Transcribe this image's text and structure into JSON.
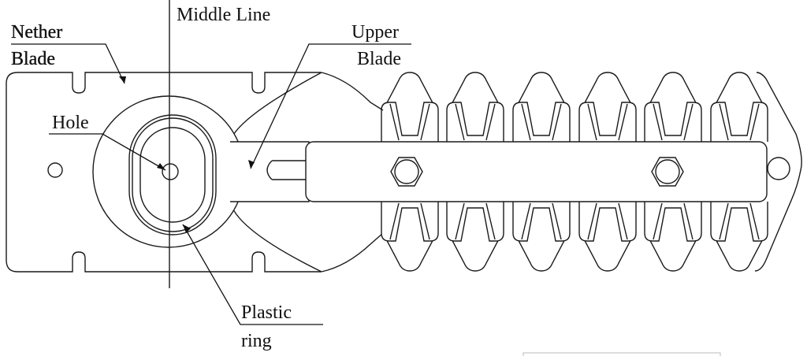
{
  "labels": {
    "middle_line": "Middle Line",
    "nether_line1": "Nether",
    "nether_line2": "Blade",
    "upper_line1": "Upper",
    "upper_line2": "Blade",
    "hole": "Hole",
    "plastic_line1": "Plastic",
    "plastic_line2": "ring"
  }
}
